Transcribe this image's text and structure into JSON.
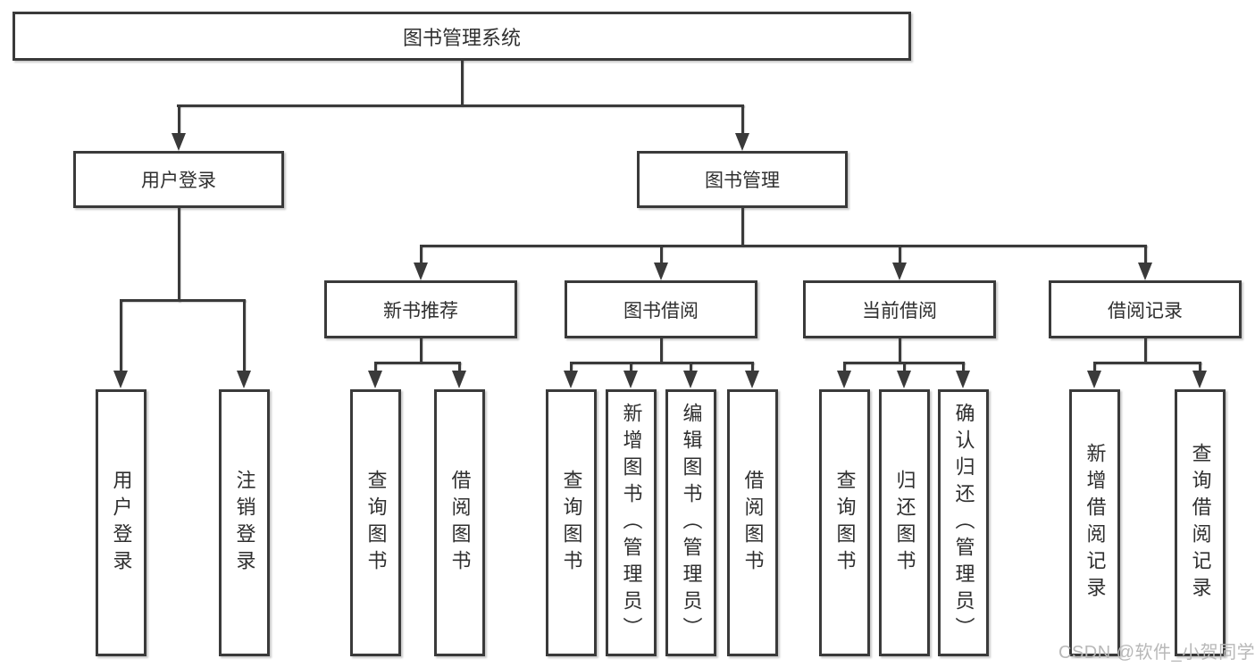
{
  "nodes": {
    "root": "图书管理系统",
    "l2": [
      "用户登录",
      "图书管理"
    ],
    "l3": [
      "新书推荐",
      "图书借阅",
      "当前借阅",
      "借阅记录"
    ],
    "leaves": [
      "用户登录",
      "注销登录",
      "查询图书",
      "借阅图书",
      "查询图书",
      "新增图书（管理员）",
      "编辑图书（管理员）",
      "借阅图书",
      "查询图书",
      "归还图书",
      "确认归还（管理员）",
      "新增借阅记录",
      "查询借阅记录"
    ]
  },
  "hierarchy": {
    "图书管理系统": {
      "用户登录": [
        "用户登录",
        "注销登录"
      ],
      "图书管理": {
        "新书推荐": [
          "查询图书",
          "借阅图书"
        ],
        "图书借阅": [
          "查询图书",
          "新增图书（管理员）",
          "编辑图书（管理员）",
          "借阅图书"
        ],
        "当前借阅": [
          "查询图书",
          "归还图书",
          "确认归还（管理员）"
        ],
        "借阅记录": [
          "新增借阅记录",
          "查询借阅记录"
        ]
      }
    }
  },
  "watermark": "CSDN @软件_小贺同学",
  "colors": {
    "line": "#3a3a3a",
    "text": "#2f2f2f",
    "watermark": "#b8b8b8",
    "background": "#ffffff"
  }
}
